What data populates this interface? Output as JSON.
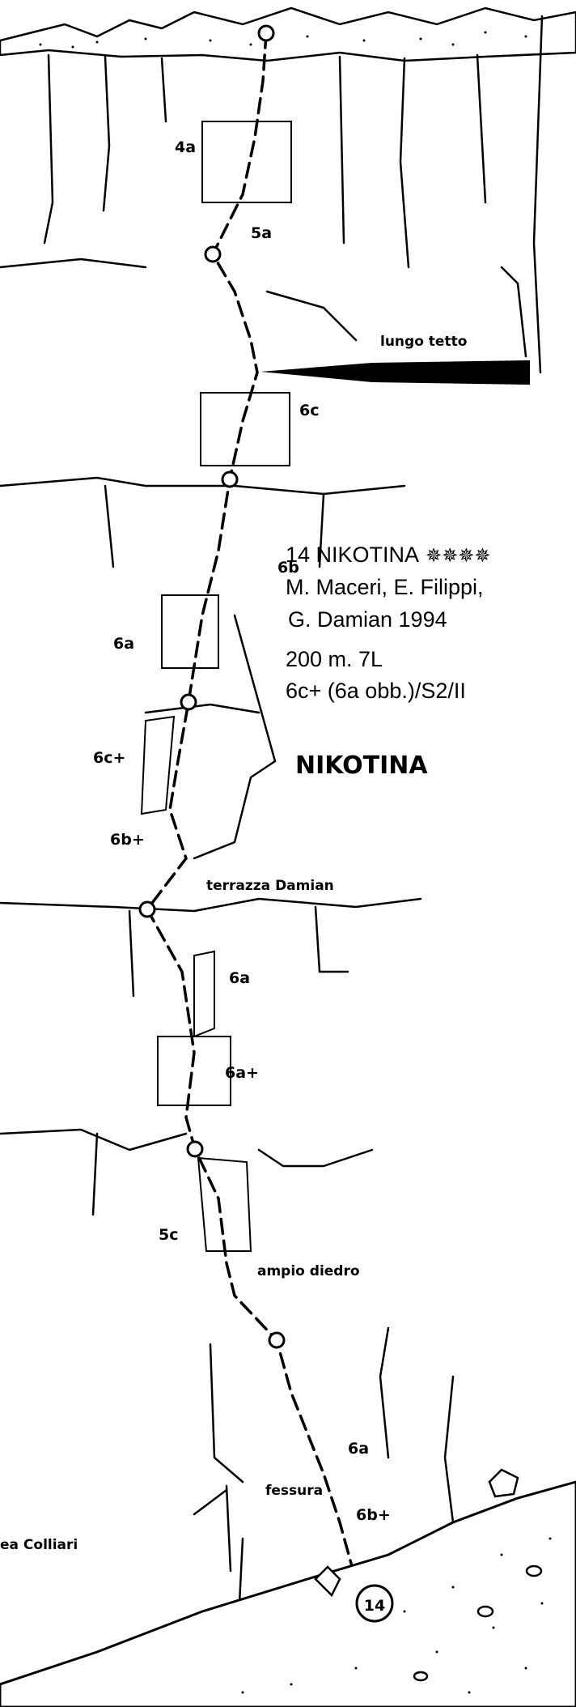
{
  "route_info": {
    "title": "14 NIKOTINA",
    "rating_stars": 4,
    "star_glyph": "✵",
    "authors_line1": "M. Maceri, E. Filippi,",
    "authors_line2": "G. Damian 1994",
    "length": "200 m.  7L",
    "grade": "6c+ (6a obb.)/S2/II"
  },
  "route_name_label": "NIKOTINA",
  "route_number": "14",
  "pitch_grades": {
    "p1a": "4a",
    "p1b": "5a",
    "p2": "6c",
    "p3a": "6b",
    "p3b": "6a",
    "p4a": "6c+",
    "p4b": "6b+",
    "p5a": "6a",
    "p5b": "6a+",
    "p6": "5c",
    "p7a": "6a",
    "p7b": "6b+"
  },
  "features": {
    "roof": "lungo tetto",
    "terrace": "terrazza Damian",
    "dihedral": "ampio diedro",
    "crack": "fessura",
    "neighbor": "ea Colliari"
  }
}
